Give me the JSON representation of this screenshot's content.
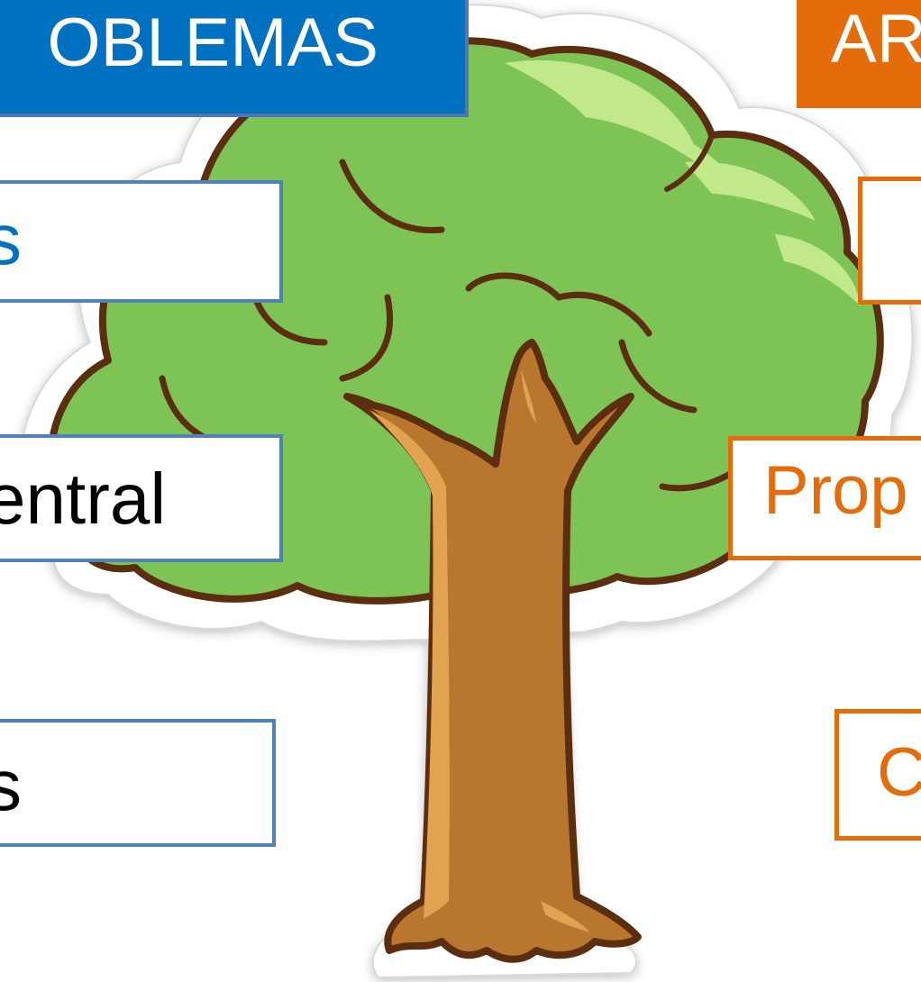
{
  "headers": {
    "problems": "OBLEMAS",
    "objectives": "AR"
  },
  "boxes": {
    "effects": "s",
    "central_problem": "entral",
    "causes": "s",
    "ends": "",
    "purpose": "Prop",
    "means": "C"
  },
  "colors": {
    "problems_header_bg": "#0070c0",
    "objectives_header_bg": "#e46c0a",
    "blue_border": "#4f81bd",
    "orange_border": "#e46c0a",
    "effects_text": "#0070c0",
    "foliage": "#7dc356",
    "foliage_highlight": "#c2e88c",
    "outline": "#5a2e0e",
    "trunk": "#b8762f",
    "trunk_highlight": "#e3a24f"
  },
  "illustration": {
    "subject": "tree-with-sticker-outline"
  }
}
